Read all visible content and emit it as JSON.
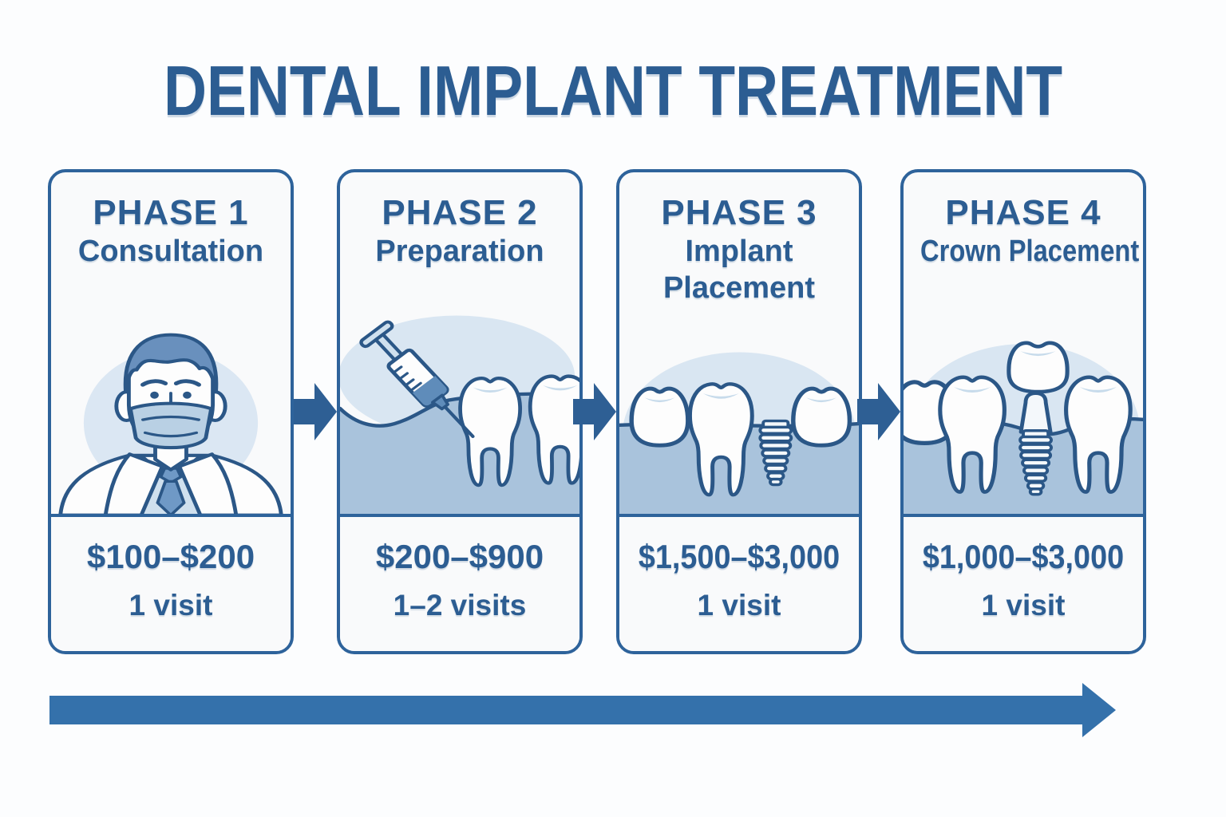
{
  "title": "DENTAL IMPLANT TREATMENT",
  "colors": {
    "text-blue": "#2c5d92",
    "outline-blue": "#2b5787",
    "border-blue": "#2e639b",
    "arrow-blue": "#2e5f94",
    "timeline-arrow-blue": "#3471ab",
    "light-blue": "#d9e6f2",
    "gum-blue": "#a9c3dc",
    "mask-blue": "#b9d0e4",
    "mid-blue": "#6990bd",
    "card-bg": "#f9fafb"
  },
  "phases": [
    {
      "label": "PHASE 1",
      "name": "Consultation",
      "price": "$100–$200",
      "visits": "1 visit",
      "illustration": "dentist-with-mask"
    },
    {
      "label": "PHASE 2",
      "name": "Preparation",
      "price": "$200–$900",
      "visits": "1–2 visits",
      "illustration": "anesthesia-syringe-and-teeth"
    },
    {
      "label": "PHASE 3",
      "name": "Implant Placement",
      "price": "$1,500–$3,000",
      "visits": "1 visit",
      "illustration": "implant-screw-between-teeth"
    },
    {
      "label": "PHASE 4",
      "name": "Crown Placement",
      "price": "$1,000–$3,000",
      "visits": "1 visit",
      "illustration": "crown-on-implant"
    }
  ]
}
